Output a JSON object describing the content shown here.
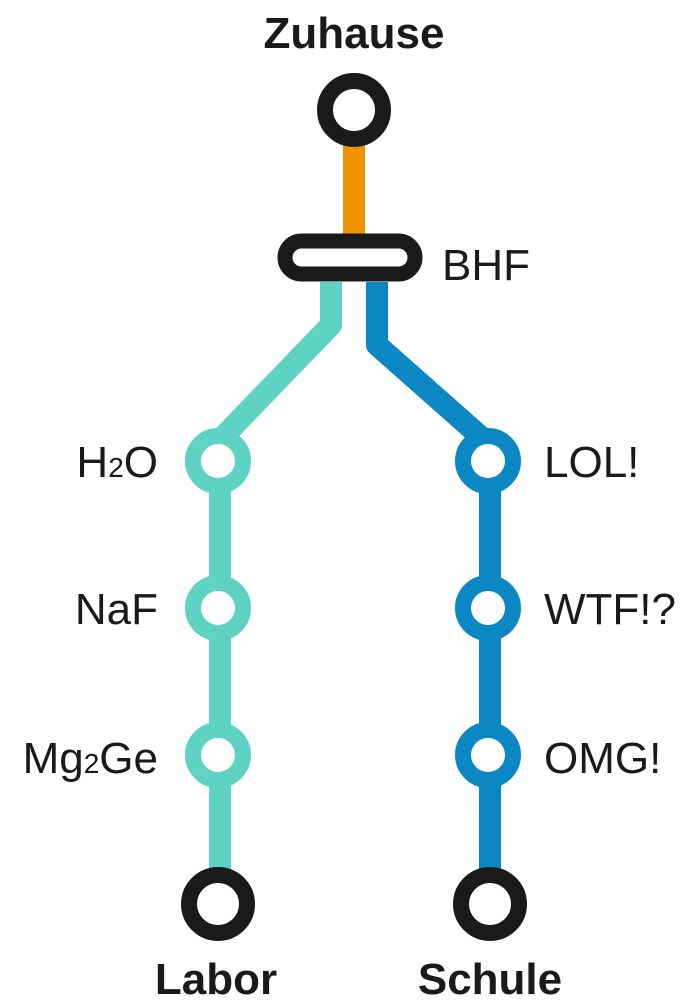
{
  "colors": {
    "orange": "#f39200",
    "teal": "#5fd3c3",
    "blue": "#0b87c3",
    "ink": "#1a1a1a",
    "background": "#ffffff"
  },
  "stations": {
    "home": "Zuhause",
    "hub": "BHF",
    "left_end": "Labor",
    "right_end": "Schule"
  },
  "left_line": {
    "color": "#5fd3c3",
    "stops": [
      {
        "label": "H",
        "sub": "2",
        "tail": "O"
      },
      {
        "label": "NaF",
        "sub": "",
        "tail": ""
      },
      {
        "label": "Mg",
        "sub": "2",
        "tail": "Ge"
      }
    ]
  },
  "right_line": {
    "color": "#0b87c3",
    "stops": [
      {
        "label": "LOL!"
      },
      {
        "label": "WTF!?"
      },
      {
        "label": "OMG!"
      }
    ]
  }
}
